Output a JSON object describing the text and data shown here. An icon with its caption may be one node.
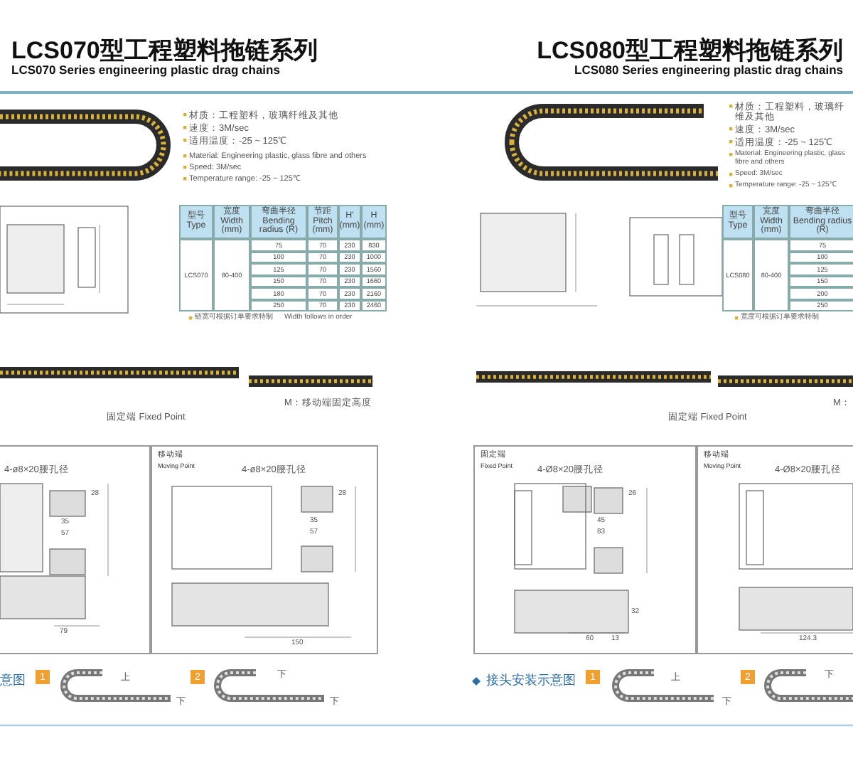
{
  "diagram": {
    "nodes": [
      {
        "text": [],
        "shape": "box"
      },
      {
        "text": [
          "移动端",
          "Moving Point"
        ]
      },
      {
        "text": [
          "固定端",
          "Fixed Point"
        ]
      },
      {
        "text": [
          "移动端",
          "Moving Point"
        ]
      },
      {
        "text": [
          "1"
        ]
      },
      {
        "text": [
          "2"
        ]
      },
      {
        "text": [
          "1"
        ]
      },
      {
        "text": [
          "2"
        ]
      }
    ],
    "labels": [
      "LCS070型工程塑料拖链系列",
      "LCS070 Series engineering plastic drag chains",
      "LCS080型工程塑料拖链系列",
      "LCS080 Series engineering plastic drag chains",
      "材质：工程塑料，玻璃纤维及其他",
      "速度：3M/sec",
      "适用温度：-25 ~ 125℃",
      "Material: Engineering plastic, glass fibre and others",
      "Speed: 3M/sec",
      "Temperature range: -25 ~ 125℃",
      "材质：工程塑料，玻璃纤维及其他",
      "速度：3M/sec",
      "适用温度：-25 ~ 125℃",
      "Material: Engineering plastic, glass fibre and others",
      "Speed: 3M/sec",
      "Temperature range: -25 ~ 125℃",
      "型号 Type",
      "宽度 Width (mm)",
      "弯曲半径 Bending radius (R)",
      "节距 Pitch (mm)",
      "H' (mm)",
      "H (mm)",
      "LCS070",
      "80-400",
      "75",
      "70",
      "230",
      "830",
      "100",
      "70",
      "230",
      "1000",
      "125",
      "70",
      "230",
      "1560",
      "150",
      "70",
      "230",
      "1660",
      "180",
      "70",
      "230",
      "2160",
      "250",
      "70",
      "230",
      "2460",
      "链宽可根据订单要求特制",
      "Width follows in order",
      "型号 Type",
      "宽度 Width (mm)",
      "弯曲半径 Bending radius (R)",
      "LCS080",
      "80-400",
      "75",
      "100",
      "125",
      "150",
      "200",
      "250",
      "宽度可根据订单要求特制",
      "M：移动端固定高度",
      "固定端 Fixed Point",
      "固定端 Fixed Point",
      "M：",
      "4-ø8×20腰孔径",
      "35",
      "57",
      "28",
      "79",
      "4-ø8×20腰孔径",
      "28",
      "35",
      "57",
      "150",
      "4-Ø8×20腰孔径",
      "26",
      "45",
      "83",
      "32",
      "60",
      "13",
      "4-Ø8×20腰孔径",
      "124.3",
      "意图",
      "接头安装示意图",
      "上",
      "下",
      "下",
      "下",
      "上",
      "下",
      "下"
    ]
  }
}
